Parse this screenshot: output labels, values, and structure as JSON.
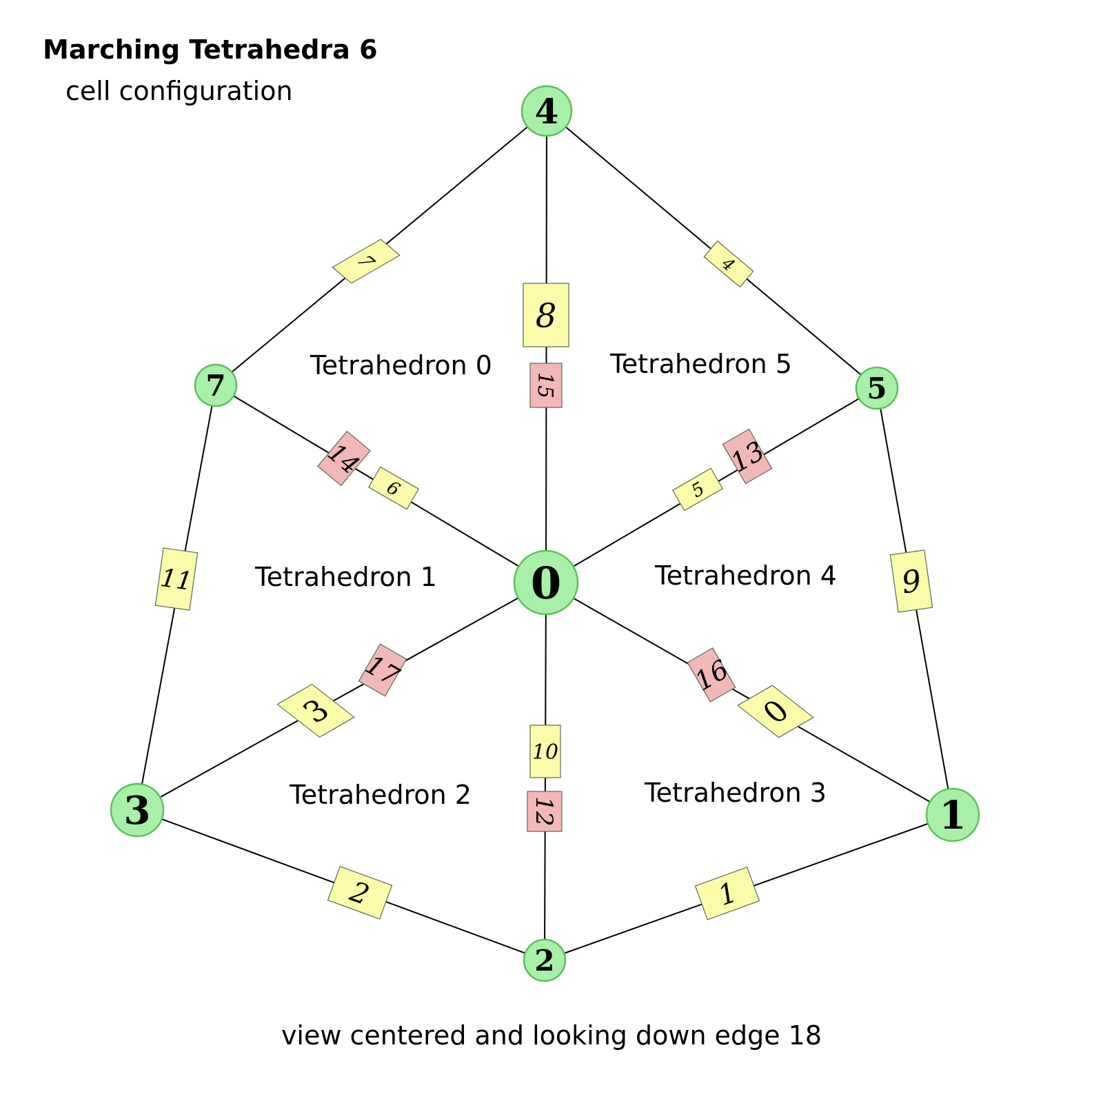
{
  "title": "Marching Tetrahedra 6",
  "subtitle": "cell configuration",
  "caption": "view centered and looking down edge 18",
  "colors": {
    "vertex_fill": "#a8f0a8",
    "vertex_stroke": "#5cbf5c",
    "edge_label_yellow": "#fbfbaa",
    "edge_label_pink": "#f2b8b8",
    "line": "#000000"
  },
  "vertices": [
    {
      "id": "v0",
      "label": "0"
    },
    {
      "id": "v1",
      "label": "1"
    },
    {
      "id": "v2",
      "label": "2"
    },
    {
      "id": "v3",
      "label": "3"
    },
    {
      "id": "v4",
      "label": "4"
    },
    {
      "id": "v5",
      "label": "5"
    },
    {
      "id": "v7",
      "label": "7"
    }
  ],
  "edge_labels": [
    {
      "label": "0",
      "color": "yellow"
    },
    {
      "label": "1",
      "color": "yellow"
    },
    {
      "label": "2",
      "color": "yellow"
    },
    {
      "label": "3",
      "color": "yellow"
    },
    {
      "label": "4",
      "color": "yellow"
    },
    {
      "label": "5",
      "color": "yellow"
    },
    {
      "label": "6",
      "color": "yellow"
    },
    {
      "label": "7",
      "color": "yellow"
    },
    {
      "label": "8",
      "color": "yellow"
    },
    {
      "label": "9",
      "color": "yellow"
    },
    {
      "label": "10",
      "color": "yellow"
    },
    {
      "label": "11",
      "color": "yellow"
    },
    {
      "label": "12",
      "color": "pink"
    },
    {
      "label": "13",
      "color": "pink"
    },
    {
      "label": "14",
      "color": "pink"
    },
    {
      "label": "15",
      "color": "pink"
    },
    {
      "label": "16",
      "color": "pink"
    },
    {
      "label": "17",
      "color": "pink"
    }
  ],
  "tetrahedra": [
    {
      "label": "Tetrahedron 0"
    },
    {
      "label": "Tetrahedron 1"
    },
    {
      "label": "Tetrahedron 2"
    },
    {
      "label": "Tetrahedron 3"
    },
    {
      "label": "Tetrahedron 4"
    },
    {
      "label": "Tetrahedron 5"
    }
  ]
}
